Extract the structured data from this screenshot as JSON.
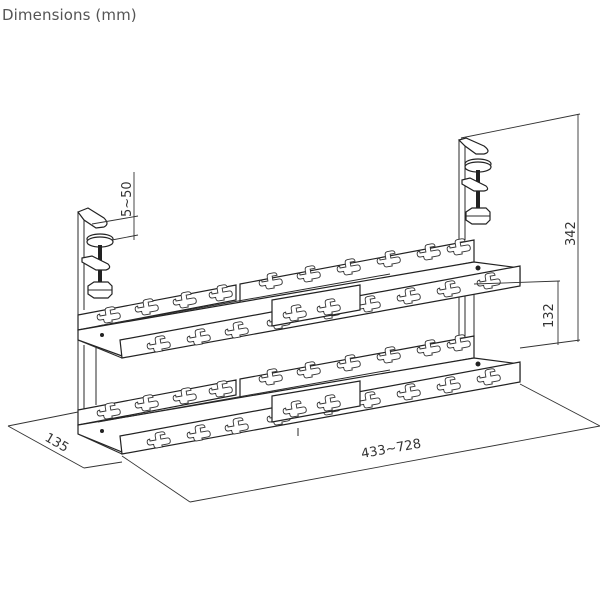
{
  "title": "Dimensions (mm)",
  "diagram": {
    "subject": "under-desk dual cable management tray with clamps",
    "dimensions": {
      "clamp_range": "5~50",
      "total_height": "342",
      "tray_spacing": "132",
      "depth": "135",
      "width_range": "433~728"
    },
    "colors": {
      "line": "#2a2a2a",
      "text": "#555555",
      "background": "#ffffff"
    }
  }
}
